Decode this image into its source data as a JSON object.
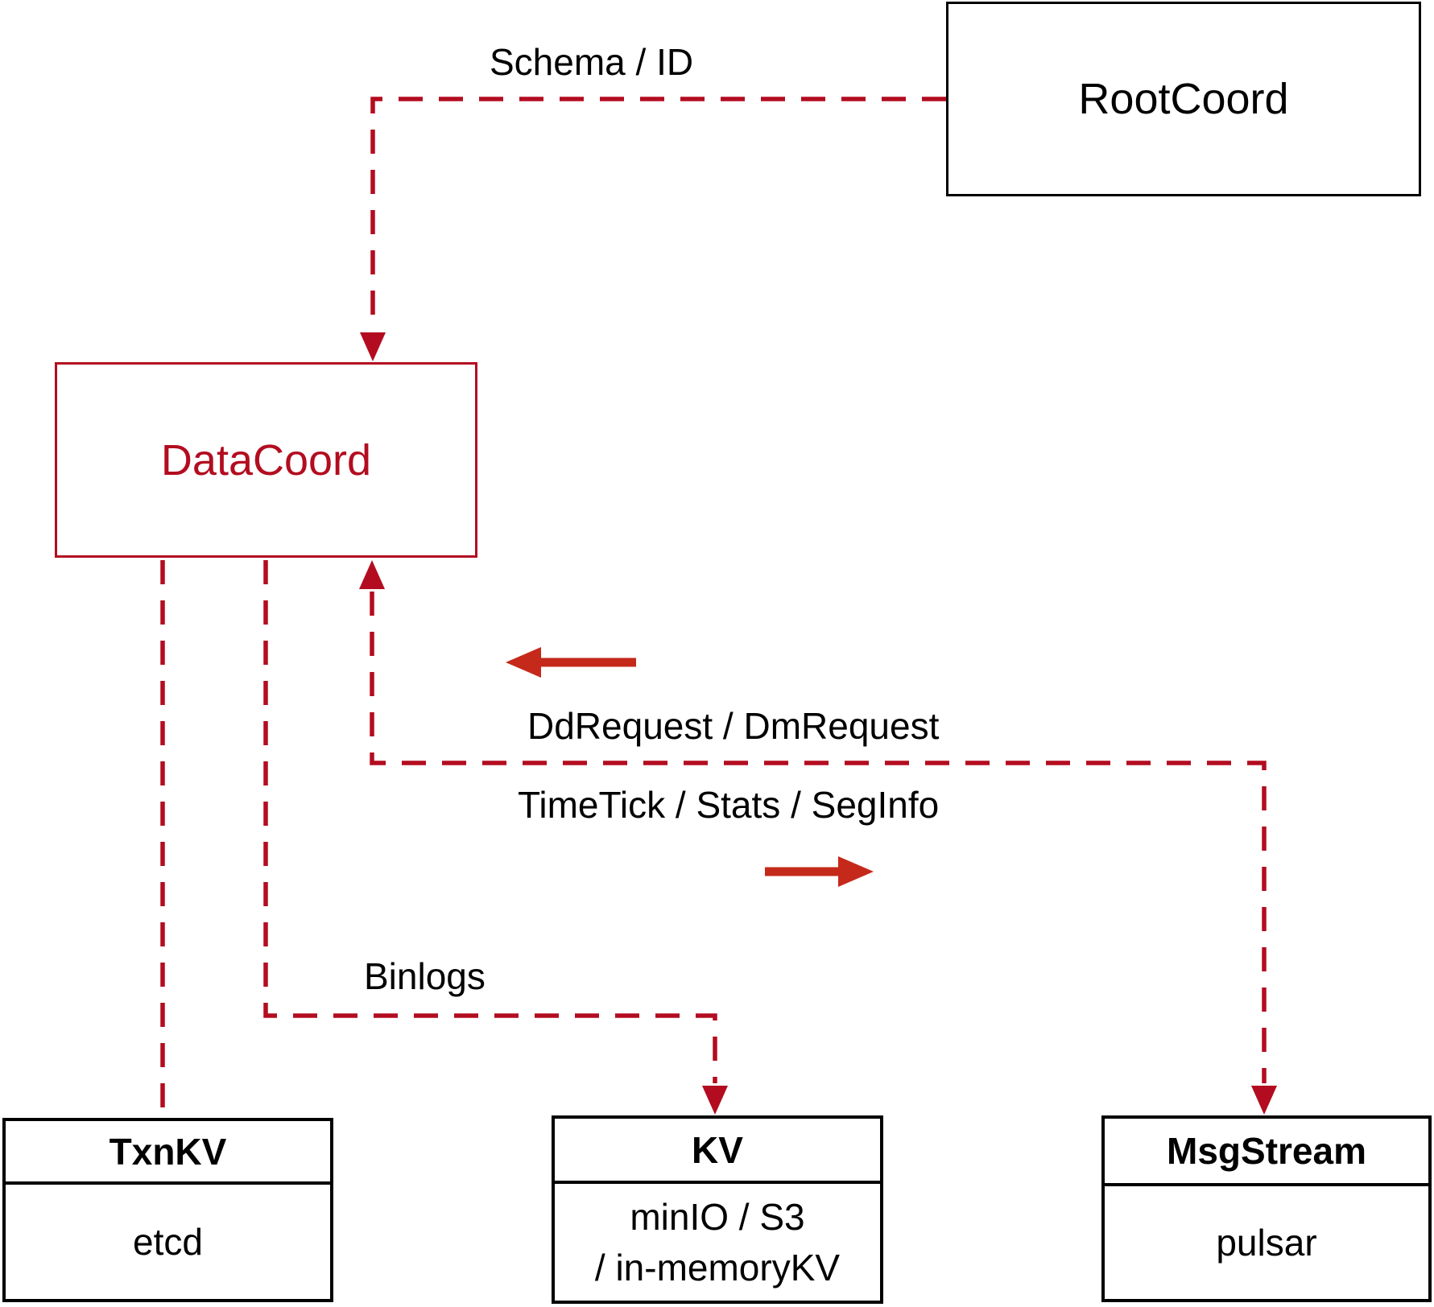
{
  "colors": {
    "dashed_red": "#b30c20",
    "solid_red": "#c5291a",
    "box_border": "#000000"
  },
  "nodes": {
    "rootcoord": {
      "label": "RootCoord"
    },
    "datacoord": {
      "label": "DataCoord"
    },
    "txnkv": {
      "title": "TxnKV",
      "body": "etcd"
    },
    "kv": {
      "title": "KV",
      "body_line1": "minIO / S3",
      "body_line2": "/ in-memoryKV"
    },
    "msgstream": {
      "title": "MsgStream",
      "body": "pulsar"
    }
  },
  "edges": {
    "schema_id": {
      "label": "Schema / ID"
    },
    "request": {
      "label": "DdRequest / DmRequest"
    },
    "stream": {
      "label": "TimeTick / Stats / SegInfo"
    },
    "binlogs": {
      "label": "Binlogs"
    }
  }
}
